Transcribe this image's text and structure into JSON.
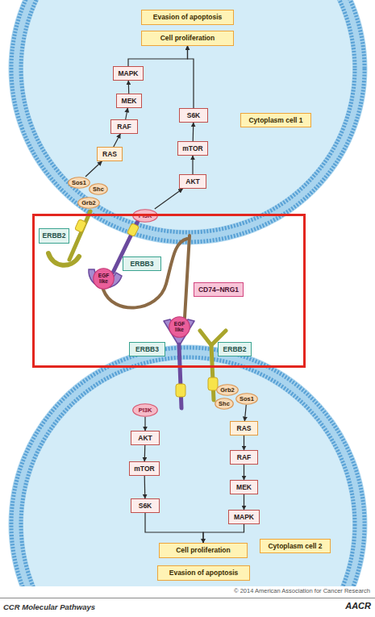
{
  "diagram": {
    "nodes": [
      {
        "text": [
          "Evasion of apoptosis"
        ]
      },
      {
        "text": [
          "Cell proliferation"
        ]
      },
      {
        "text": [
          "MAPK"
        ]
      },
      {
        "text": [
          "MEK"
        ]
      },
      {
        "text": [
          "S6K"
        ]
      },
      {
        "text": [
          "Cytoplasm cell 1"
        ]
      },
      {
        "text": [
          "RAF"
        ]
      },
      {
        "text": [
          "mTOR"
        ]
      },
      {
        "text": [
          "RAS"
        ]
      },
      {
        "text": [
          "AKT"
        ]
      },
      {
        "text": [
          "Sos1"
        ]
      },
      {
        "text": [
          "Shc"
        ]
      },
      {
        "text": [
          "Grb2"
        ]
      },
      {
        "text": [
          "PI3K"
        ]
      },
      {
        "text": [
          "ERBB2"
        ]
      },
      {
        "text": [
          "ERBB3"
        ]
      },
      {
        "text": [
          "EGF like"
        ]
      },
      {
        "text": [
          "CD74–NRG1"
        ]
      },
      {
        "text": [
          "EGF like"
        ]
      },
      {
        "text": [
          "ERBB3"
        ]
      },
      {
        "text": [
          "ERBB2"
        ]
      },
      {
        "text": [
          "Grb2"
        ]
      },
      {
        "text": [
          "Sos1"
        ]
      },
      {
        "text": [
          "Shc"
        ]
      },
      {
        "text": [
          "PI3K"
        ]
      },
      {
        "text": [
          "RAS"
        ]
      },
      {
        "text": [
          "AKT"
        ]
      },
      {
        "text": [
          "RAF"
        ]
      },
      {
        "text": [
          "mTOR"
        ]
      },
      {
        "text": [
          "MEK"
        ]
      },
      {
        "text": [
          "S6K"
        ]
      },
      {
        "text": [
          "MAPK"
        ]
      },
      {
        "text": [
          "Cytoplasm cell 2"
        ]
      },
      {
        "text": [
          "Cell proliferation"
        ]
      },
      {
        "text": [
          "Evasion of apoptosis"
        ]
      }
    ],
    "edges": [
      {
        "from": 8,
        "to": 6,
        "arrow": "to"
      },
      {
        "from": 6,
        "to": 3,
        "arrow": "to"
      },
      {
        "from": 3,
        "to": 2,
        "arrow": "to"
      },
      {
        "from": 9,
        "to": 7,
        "arrow": "to"
      },
      {
        "from": 7,
        "to": 4,
        "arrow": "to"
      },
      {
        "from": 2,
        "to": 1,
        "arrow": "to"
      },
      {
        "from": 4,
        "to": 1,
        "arrow": "to"
      },
      {
        "from": 10,
        "to": 8,
        "arrow": "to"
      },
      {
        "from": 13,
        "to": 9,
        "arrow": "to"
      },
      {
        "from": 22,
        "to": 25,
        "arrow": "to"
      },
      {
        "from": 25,
        "to": 27,
        "arrow": "to"
      },
      {
        "from": 27,
        "to": 29,
        "arrow": "to"
      },
      {
        "from": 29,
        "to": 31,
        "arrow": "to"
      },
      {
        "from": 24,
        "to": 26,
        "arrow": "to"
      },
      {
        "from": 26,
        "to": 28,
        "arrow": "to"
      },
      {
        "from": 28,
        "to": 30,
        "arrow": "to"
      },
      {
        "from": 30,
        "to": 33,
        "arrow": "to"
      },
      {
        "from": 31,
        "to": 33,
        "arrow": "to"
      }
    ],
    "labels": [
      "© 2014 American Association for Cancer Research",
      "CCR Molecular Pathways",
      "AACR"
    ]
  }
}
